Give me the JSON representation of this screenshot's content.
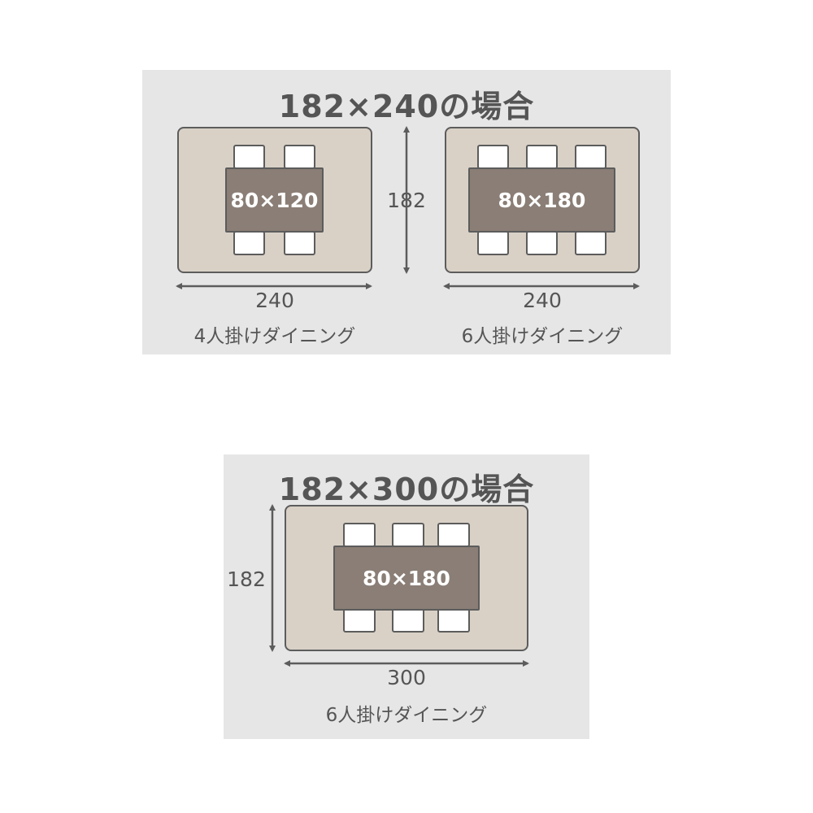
{
  "section1": {
    "title": "182×240の場合",
    "height_label": "182",
    "layouts": [
      {
        "width_label": "240",
        "table_label": "80×120",
        "caption": "4人掛けダイニング",
        "chairs_per_side": 2
      },
      {
        "width_label": "240",
        "table_label": "80×180",
        "caption": "6人掛けダイニング",
        "chairs_per_side": 3
      }
    ]
  },
  "section2": {
    "title": "182×300の場合",
    "height_label": "182",
    "width_label": "300",
    "table_label": "80×180",
    "caption": "6人掛けダイニング",
    "chairs_per_side": 3
  },
  "colors": {
    "panel_bg": "#e6e6e6",
    "rug": "#d9d1c6",
    "table": "#8a7e76",
    "line": "#5c5c5c",
    "text": "#555555"
  }
}
